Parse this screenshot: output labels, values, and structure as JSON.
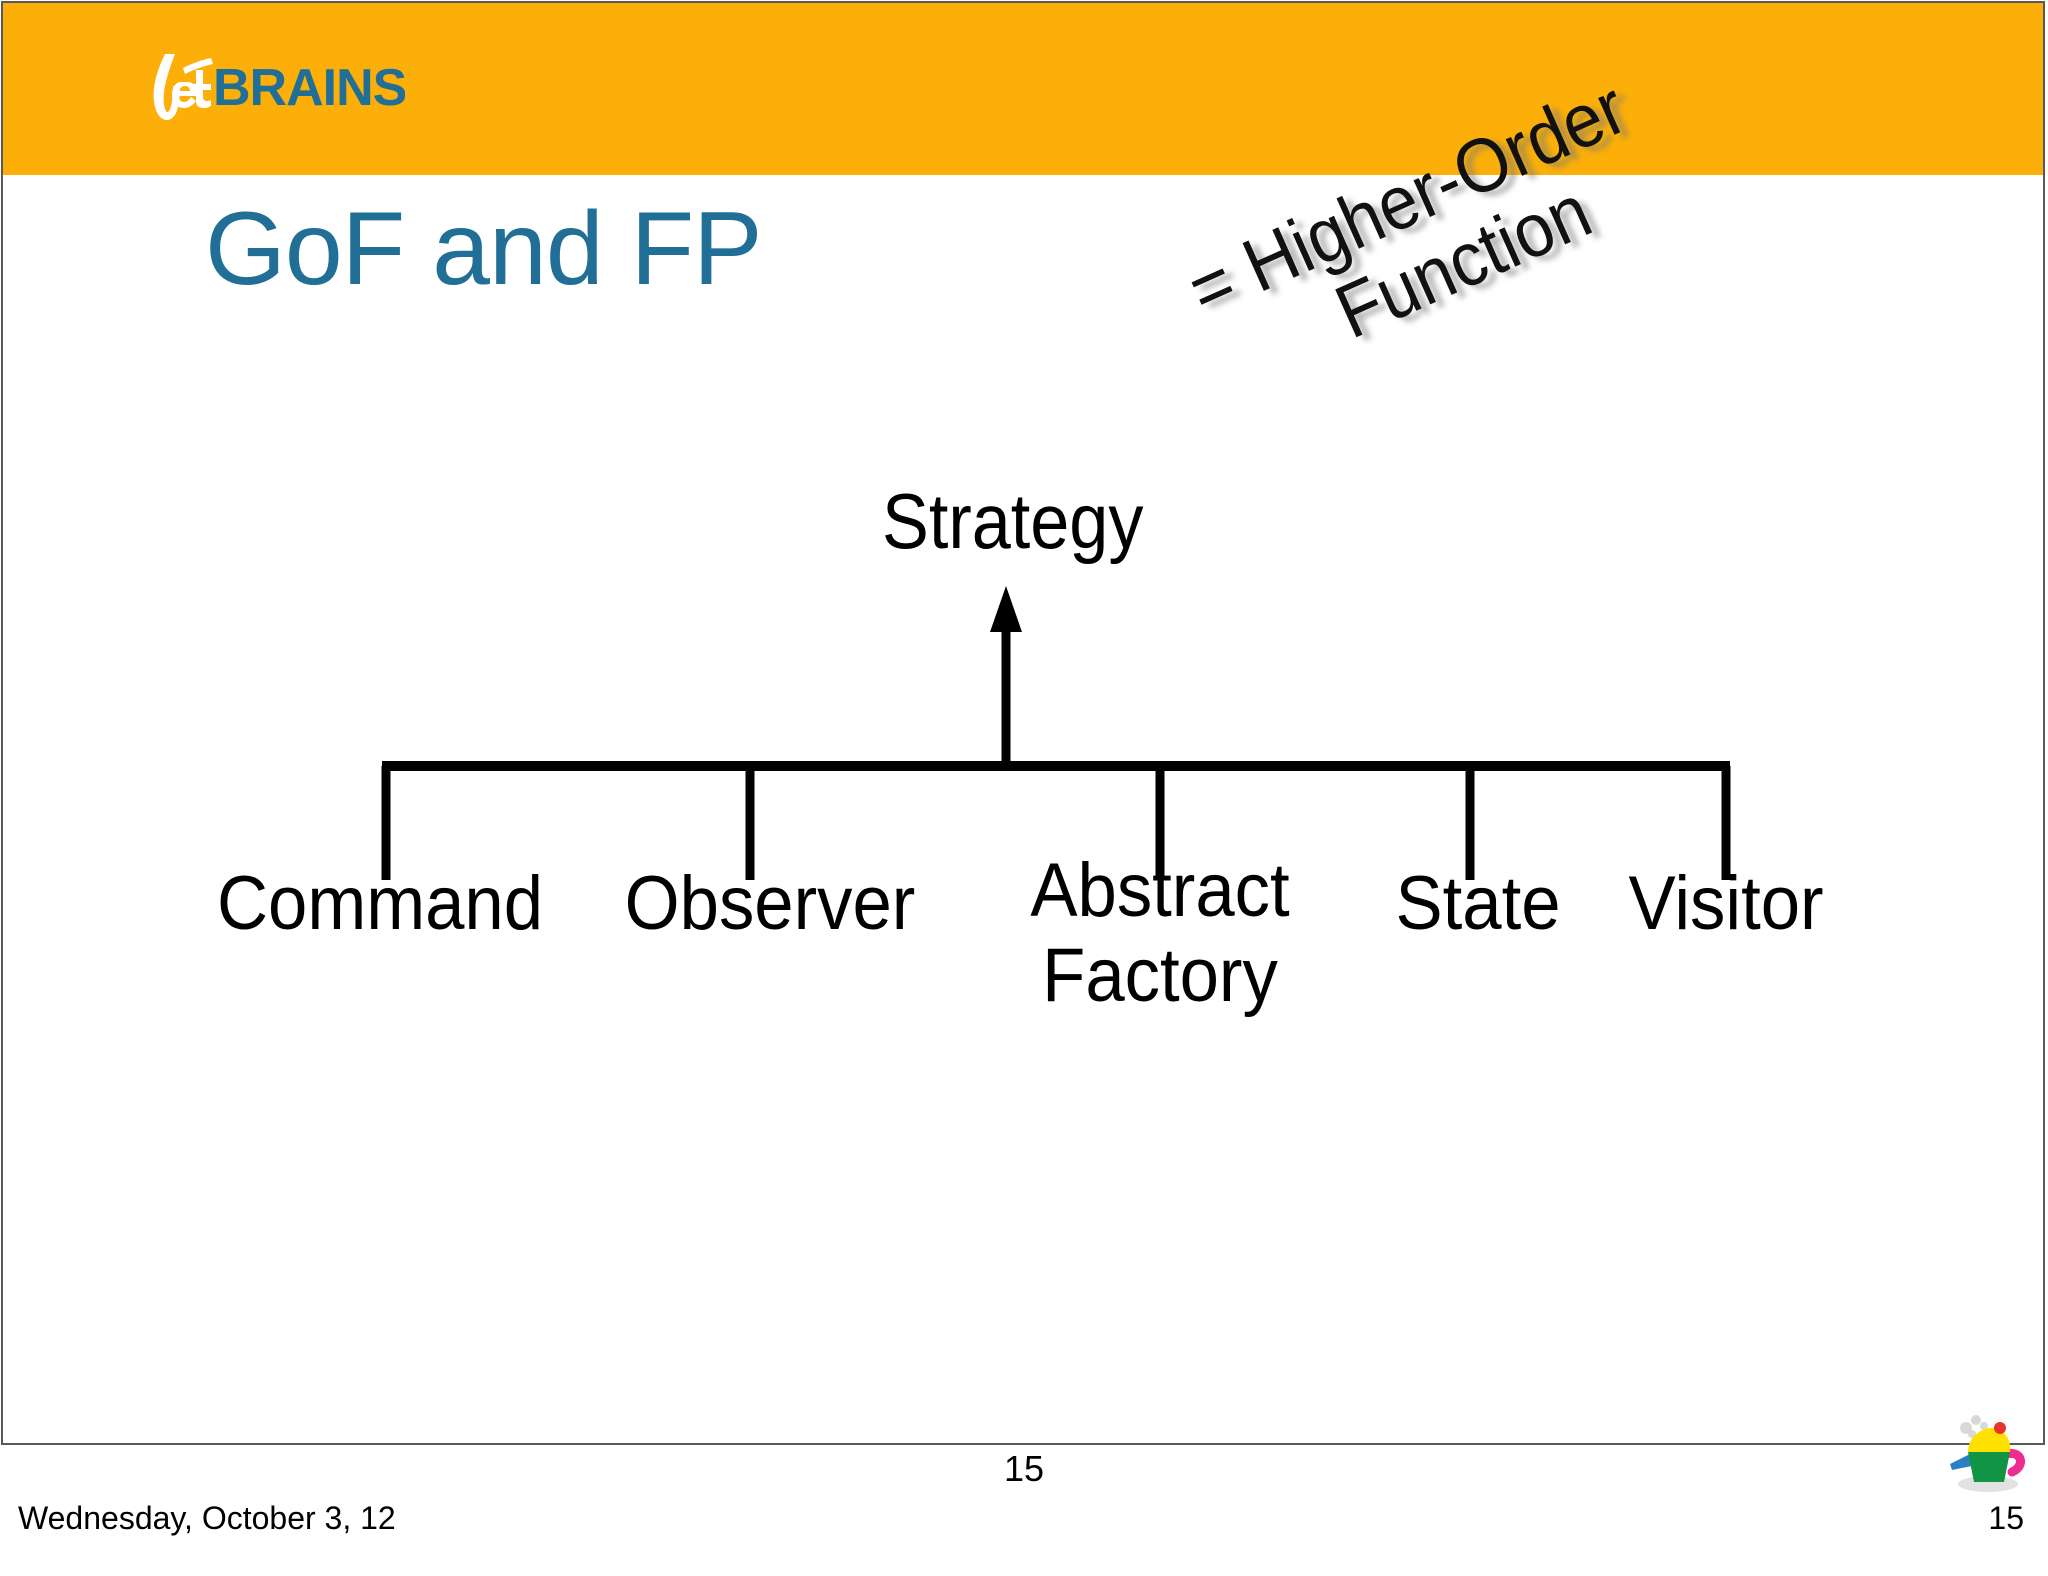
{
  "slide": {
    "title": "GoF and FP",
    "title_color": "#216F96",
    "header_color": "#FBAF08",
    "page_number": "15"
  },
  "logo": {
    "name": "jetbrains-logo",
    "script_text": "Jet",
    "bold_text": "BRAINS",
    "script_color": "#FFFFFF",
    "bold_color": "#216F96"
  },
  "diagram": {
    "root": {
      "label": "Strategy"
    },
    "annotation": {
      "line1": "= Higher-Order",
      "line2": "Function"
    },
    "children": [
      {
        "label": "Command"
      },
      {
        "label": "Observer"
      },
      {
        "label": "Abstract\nFactory",
        "line1": "Abstract",
        "line2": "Factory"
      },
      {
        "label": "State"
      },
      {
        "label": "Visitor"
      }
    ]
  },
  "icons": {
    "teapot": "teapot-icon"
  },
  "footer": {
    "date": "Wednesday, October 3, 12",
    "page": "15"
  }
}
